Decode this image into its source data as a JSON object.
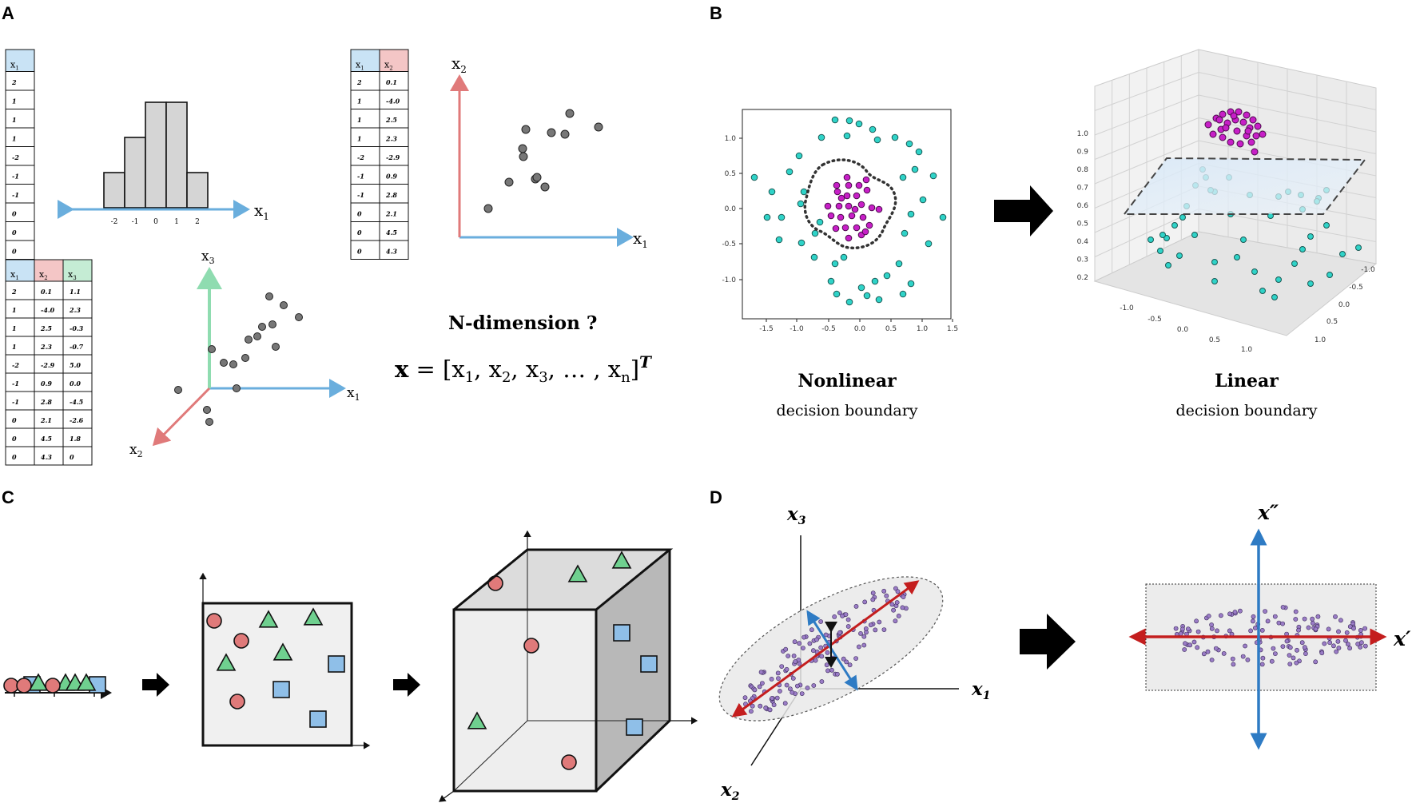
{
  "colors": {
    "blue_axis": "#6aaedd",
    "red_axis": "#e07a7a",
    "green_axis": "#8fdcb0",
    "header_blue": "#c9e3f5",
    "header_red": "#f4c6c6",
    "header_green": "#c5ecd4",
    "bar_gray": "#d5d5d5",
    "cyan": "#2fd3c8",
    "magenta": "#c71fc7",
    "purple_pt": "#9a7cc6",
    "arrow_red": "#c41e1e",
    "arrow_blue": "#2e7bc4"
  },
  "panels": {
    "a": {
      "letter": "A"
    },
    "b": {
      "letter": "B"
    },
    "c": {
      "letter": "C"
    },
    "d": {
      "letter": "D"
    }
  },
  "panel_a": {
    "table1": {
      "header": "x",
      "header_sub": "1",
      "col1": [
        "2",
        "1",
        "1",
        "1",
        "-2",
        "-1",
        "-1",
        "0",
        "0",
        "0"
      ]
    },
    "table2": {
      "headers": [
        {
          "main": "x",
          "sub": "1"
        },
        {
          "main": "x",
          "sub": "2"
        }
      ],
      "col1": [
        "2",
        "1",
        "1",
        "1",
        "-2",
        "-1",
        "-1",
        "0",
        "0",
        "0"
      ],
      "col2": [
        "0.1",
        "-4.0",
        "2.5",
        "2.3",
        "-2.9",
        "0.9",
        "2.8",
        "2.1",
        "4.5",
        "4.3"
      ]
    },
    "table3": {
      "headers": [
        {
          "main": "x",
          "sub": "1"
        },
        {
          "main": "x",
          "sub": "2"
        },
        {
          "main": "x",
          "sub": "3"
        }
      ],
      "col1": [
        "2",
        "1",
        "1",
        "1",
        "-2",
        "-1",
        "-1",
        "0",
        "0",
        "0"
      ],
      "col2": [
        "0.1",
        "-4.0",
        "2.5",
        "2.3",
        "-2.9",
        "0.9",
        "2.8",
        "2.1",
        "4.5",
        "4.3"
      ],
      "col3": [
        "1.1",
        "2.3",
        "-0.3",
        "-0.7",
        "5.0",
        "0.0",
        "-4.5",
        "-2.6",
        "1.8",
        "0"
      ]
    },
    "histogram": {
      "tick_labels": [
        "-2",
        "-1",
        "0",
        "1",
        "2"
      ],
      "counts": [
        1,
        2,
        3,
        3,
        1
      ],
      "axis_label": "x",
      "axis_label_sub": "1"
    },
    "scatter2d": {
      "x_label": "x",
      "x_sub": "1",
      "y_label": "x",
      "y_sub": "2"
    },
    "scatter3d": {
      "x1_label": "x",
      "x1_sub": "1",
      "x2_label": "x",
      "x2_sub": "2",
      "x3_label": "x",
      "x3_sub": "3"
    },
    "question": "N-dimension ?",
    "vector": {
      "bold_x": "x",
      "equals": " = [",
      "terms": [
        {
          "m": "x",
          "s": "1"
        },
        {
          "m": "x",
          "s": "2"
        },
        {
          "m": "x",
          "s": "3"
        }
      ],
      "ellipsis": "…",
      "last": {
        "m": "x",
        "s": "n"
      },
      "close": "]",
      "sup": "T"
    }
  },
  "panel_b": {
    "left_title": "Nonlinear",
    "left_sub": "decision boundary",
    "right_title": "Linear",
    "right_sub": "decision boundary",
    "x_ticks": [
      "-1.5",
      "-1.0",
      "-0.5",
      "0.0",
      "0.5",
      "1.0",
      "1.5"
    ],
    "y_ticks": [
      "1.0",
      "0.5",
      "0.0",
      "-0.5",
      "-1.0"
    ],
    "z_ticks_3d": [
      "1.0",
      "0.9",
      "0.8",
      "0.7",
      "0.6",
      "0.5",
      "0.4",
      "0.3",
      "0.2"
    ],
    "x_ticks_3d": [
      "-1.0",
      "-0.5",
      "0.0",
      "0.5",
      "1.0"
    ],
    "y_ticks_3d": [
      "-1.0",
      "-0.5",
      "0.0",
      "0.5",
      "1.0"
    ]
  },
  "panel_d": {
    "x1": "x",
    "x1_sub": "1",
    "x2": "x",
    "x2_sub": "2",
    "x3": "x",
    "x3_sub": "3",
    "xp": "x′",
    "xpp": "x″"
  }
}
